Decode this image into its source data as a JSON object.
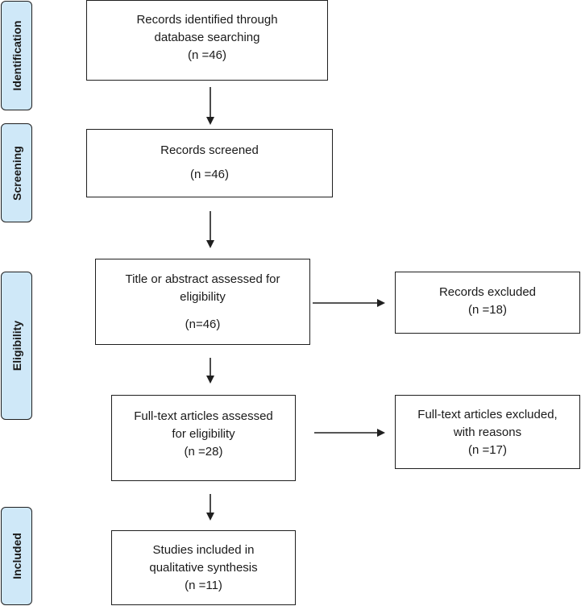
{
  "phases": {
    "identification": "Identification",
    "screening": "Screening",
    "eligibility": "Eligibility",
    "included": "Included"
  },
  "boxes": {
    "identified": {
      "line1": "Records identified through",
      "line2": "database searching",
      "count": "(n =46)"
    },
    "screened": {
      "line1": "Records screened",
      "count": "(n =46)"
    },
    "title_abstract": {
      "line1": "Title or abstract assessed for",
      "line2": "eligibility",
      "count": "(n=46)"
    },
    "excluded_records": {
      "line1": "Records excluded",
      "count": "(n =18)"
    },
    "full_text": {
      "line1": "Full-text articles assessed",
      "line2": "for eligibility",
      "count": "(n =28)"
    },
    "full_text_excluded": {
      "line1": "Full-text articles excluded,",
      "line2": "with reasons",
      "count": "(n =17)"
    },
    "included_studies": {
      "line1": "Studies included in",
      "line2": "qualitative synthesis",
      "count": "(n =11)"
    }
  }
}
